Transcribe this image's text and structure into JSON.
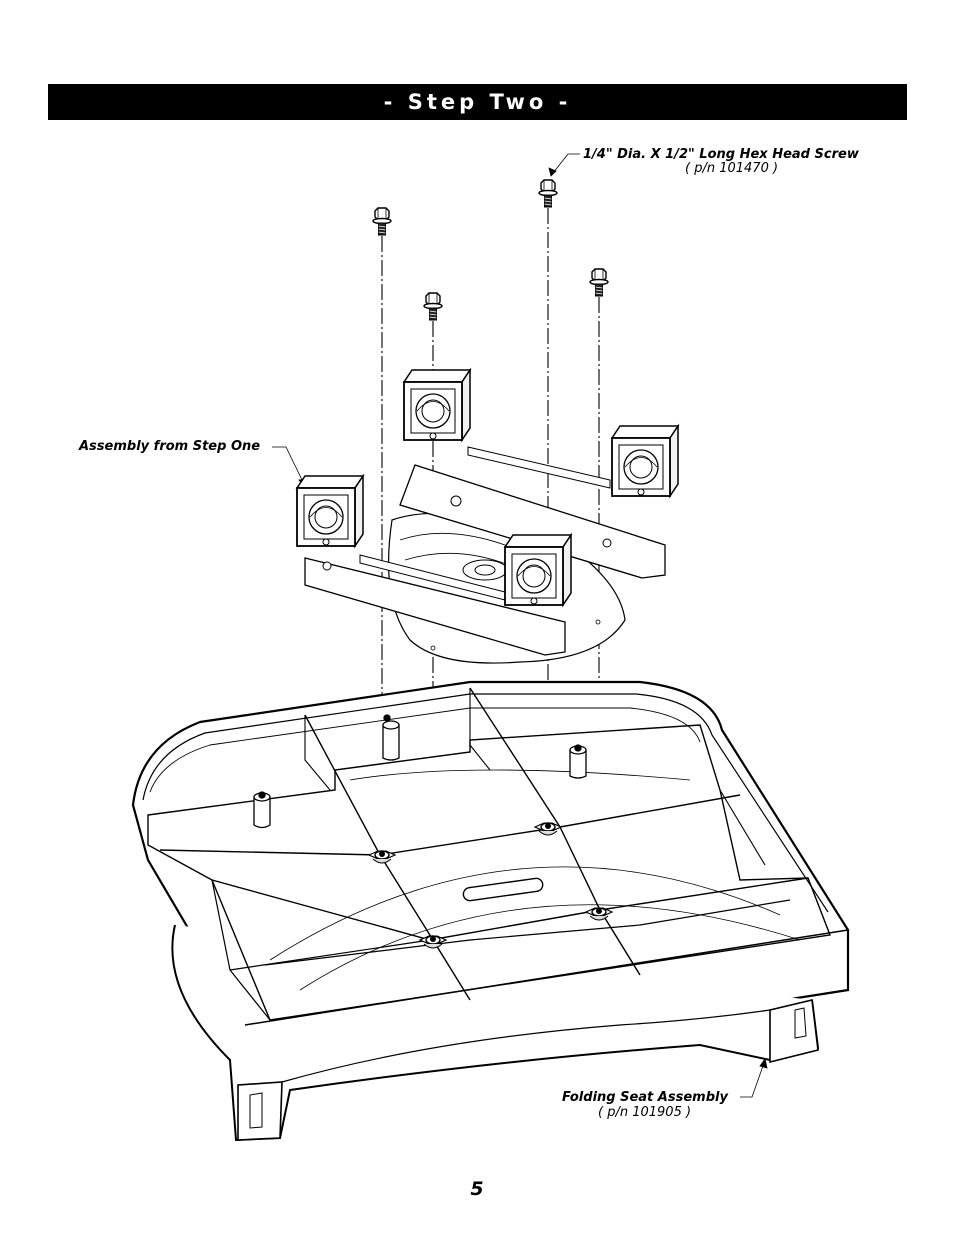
{
  "header": {
    "title": "- Step Two -",
    "bar_color": "#000000",
    "text_color": "#ffffff"
  },
  "callouts": {
    "screw": {
      "label": "1/4\" Dia. X 1/2\" Long Hex Head Screw",
      "part_number": "( p/n 101470 )"
    },
    "assembly": {
      "label": "Assembly from Step One"
    },
    "seat": {
      "label": "Folding Seat Assembly",
      "part_number": "( p/n 101905 )"
    }
  },
  "page": {
    "number": "5"
  }
}
